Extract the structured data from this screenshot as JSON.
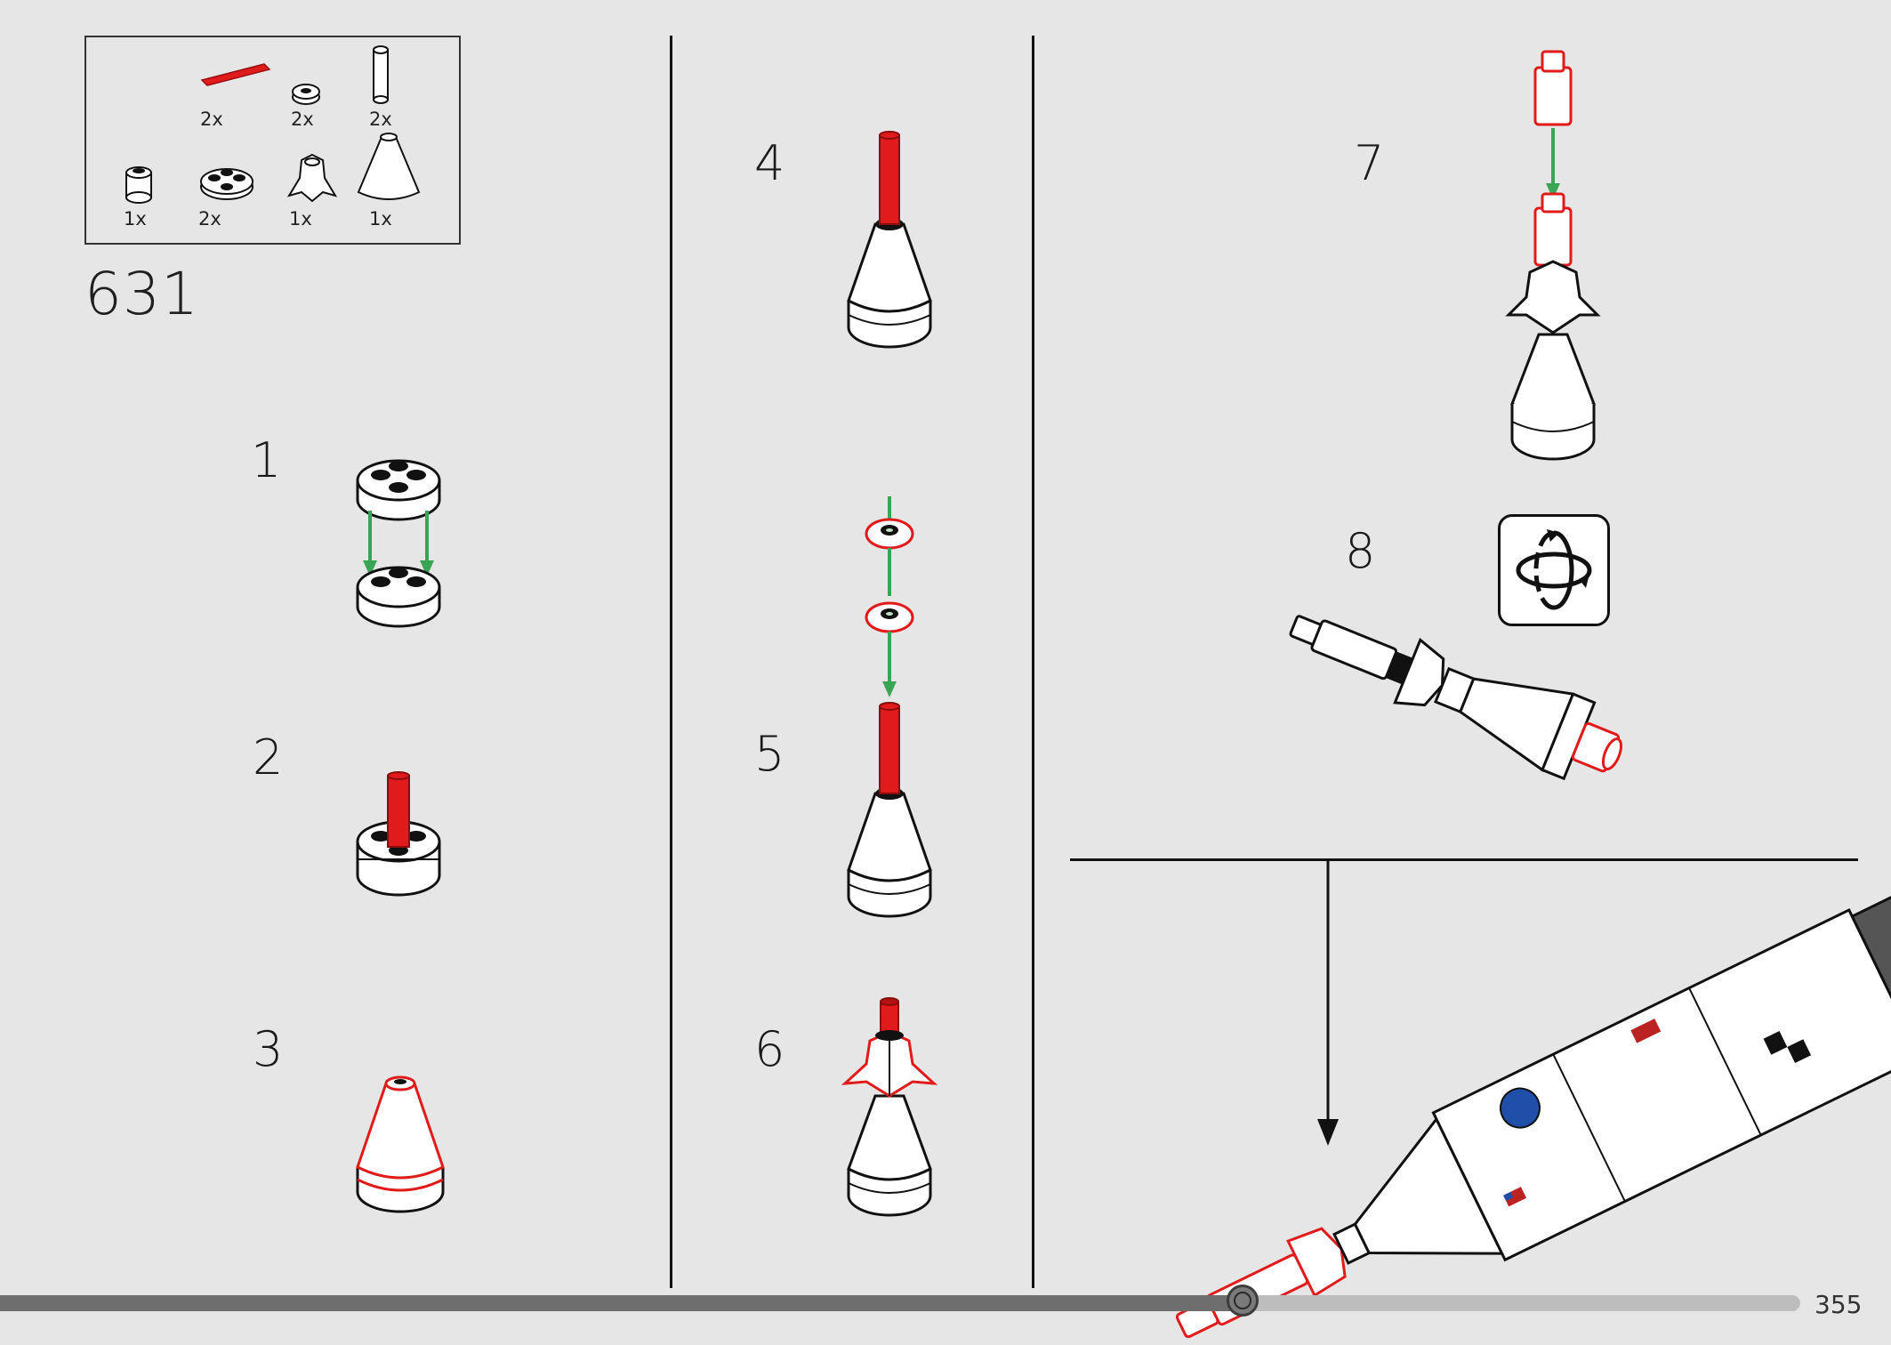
{
  "set_number": "631",
  "parts": [
    {
      "qty": "2x",
      "icon": "red-bar-piece-icon"
    },
    {
      "qty": "2x",
      "icon": "round-tile-piece-icon"
    },
    {
      "qty": "2x",
      "icon": "white-bar-piece-icon"
    },
    {
      "qty": "1x",
      "icon": "round-brick-piece-icon"
    },
    {
      "qty": "2x",
      "icon": "round-plate-piece-icon"
    },
    {
      "qty": "1x",
      "icon": "fin-piece-icon"
    },
    {
      "qty": "1x",
      "icon": "cone-piece-icon"
    }
  ],
  "steps": [
    "1",
    "2",
    "3",
    "4",
    "5",
    "6",
    "7",
    "8"
  ],
  "page_number": "355",
  "progress": 0.69,
  "colors": {
    "background": "#e6e6e6",
    "highlight_red": "#e11b1b",
    "arrow_green": "#3aa655",
    "outline": "#111111"
  },
  "icons": {
    "rotate": "rotate-model-icon"
  }
}
